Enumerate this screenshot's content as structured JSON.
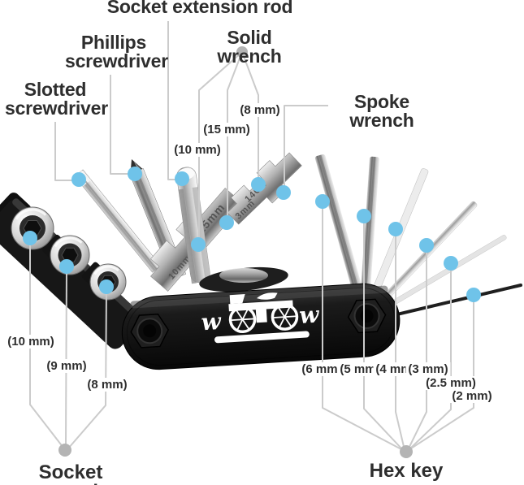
{
  "labels": {
    "socket_extension_rod": "Socket extension rod",
    "phillips_1": "Phillips",
    "phillips_2": "screwdriver",
    "slotted_1": "Slotted",
    "slotted_2": "screwdriver",
    "solid_wrench": "Solid wrench",
    "spoke_wrench": "Spoke wrench",
    "socket_wrench": "Socket wrench",
    "hex_key": "Hex key"
  },
  "sizes": {
    "solid_8": "(8 mm)",
    "solid_15": "(15 mm)",
    "solid_10": "(10 mm)",
    "socket_10": "(10 mm)",
    "socket_9": "(9 mm)",
    "socket_8": "(8 mm)",
    "hex_6": "(6 mm)",
    "hex_5": "(5 mm)",
    "hex_4": "(4 mm)",
    "hex_3": "(3 mm)",
    "hex_25": "(2.5 mm)",
    "hex_2": "(2 mm)"
  },
  "engravings": {
    "plate_15": "15mm",
    "plate_10": "10mm",
    "spoke_3": "3mm",
    "spoke_14": "14GE"
  },
  "logo": {
    "w_left": "w",
    "w_right": "w"
  },
  "colors": {
    "dot_target": "#6fc3e9",
    "dot_junction": "#b4b4b4",
    "leader_line": "#cbcbcb",
    "label_text": "#2e2e2e",
    "background": "#ffffff",
    "tool_body": "#161616",
    "logo_white": "#ffffff"
  }
}
